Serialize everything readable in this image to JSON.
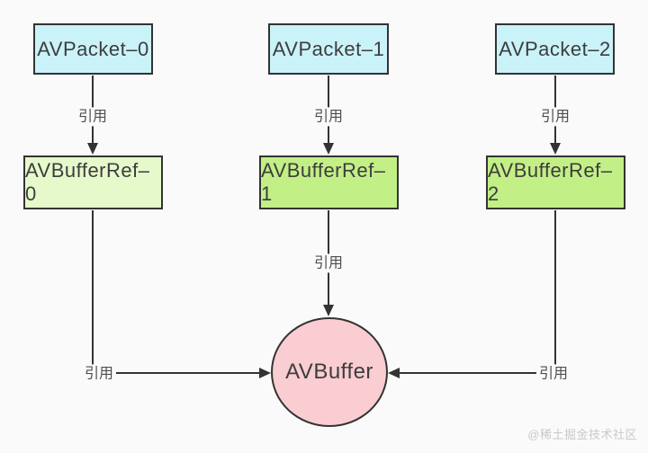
{
  "diagram": {
    "type": "reference-diagram",
    "edge_label": "引用",
    "packets": [
      {
        "label": "AVPacket–0"
      },
      {
        "label": "AVPacket–1"
      },
      {
        "label": "AVPacket–2"
      }
    ],
    "buffer_refs": [
      {
        "label": "AVBufferRef–0"
      },
      {
        "label": "AVBufferRef–1"
      },
      {
        "label": "AVBufferRef–2"
      }
    ],
    "buffer": {
      "label": "AVBuffer"
    },
    "edges": [
      {
        "from": "AVPacket–0",
        "to": "AVBufferRef–0",
        "label": "引用"
      },
      {
        "from": "AVPacket–1",
        "to": "AVBufferRef–1",
        "label": "引用"
      },
      {
        "from": "AVPacket–2",
        "to": "AVBufferRef–2",
        "label": "引用"
      },
      {
        "from": "AVBufferRef–0",
        "to": "AVBuffer",
        "label": "引用"
      },
      {
        "from": "AVBufferRef–1",
        "to": "AVBuffer",
        "label": "引用"
      },
      {
        "from": "AVBufferRef–2",
        "to": "AVBuffer",
        "label": "引用"
      }
    ],
    "colors": {
      "background": "#fafafa",
      "packet_fill": "#caf2f9",
      "buffer_ref_0_fill": "#e6f9cb",
      "buffer_ref_fill": "#c3ef87",
      "buffer_fill": "#f9cdd1",
      "stroke": "#333333",
      "node_text": "#3d3d3d",
      "edge_label_text": "#4d4d4d",
      "watermark_text": "#c9c9c9"
    },
    "watermark": "@稀土掘金技术社区"
  }
}
